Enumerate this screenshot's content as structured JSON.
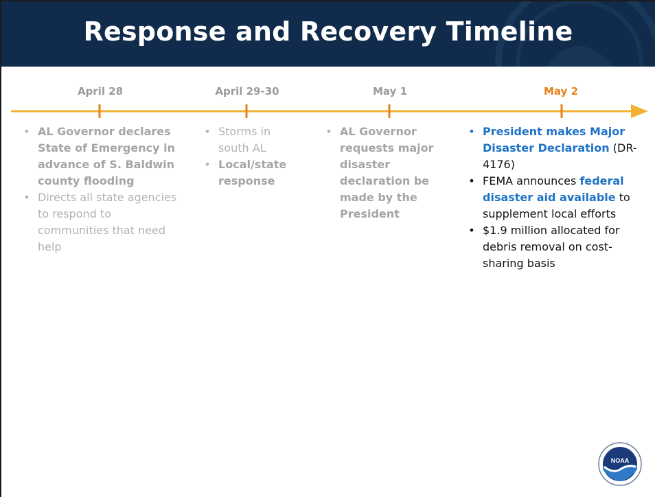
{
  "title": "Response and Recovery Timeline",
  "colors": {
    "title_bar": "#102b4b",
    "timeline": "#f2b233",
    "tick": "#e7811a",
    "inactive_text": "#b2b2b2",
    "active_date": "#e7811a",
    "highlight_blue": "#1f73c7"
  },
  "timeline": [
    {
      "date": "April 28",
      "items": [
        {
          "bullet": "•",
          "parts": [
            {
              "text": "AL Governor declares State of Emergency  in advance of S. Baldwin county flooding"
            }
          ]
        },
        {
          "bullet": "•",
          "parts": [
            {
              "text": "Directs all state agencies to respond to communities that need help"
            }
          ]
        }
      ]
    },
    {
      "date": "April 29-30",
      "items": [
        {
          "bullet": "•",
          "parts": [
            {
              "text": "Storms in south AL"
            }
          ]
        },
        {
          "bullet": "•",
          "parts": [
            {
              "text": "Local/state response"
            }
          ]
        }
      ]
    },
    {
      "date": "May 1",
      "items": [
        {
          "bullet": "•",
          "parts": [
            {
              "text": "AL Governor requests major disaster declaration be made by the President"
            }
          ]
        }
      ]
    },
    {
      "date": "May 2",
      "items": [
        {
          "bullet": "•",
          "parts": [
            {
              "text": "President makes Major Disaster Declaration"
            },
            {
              "text": " (DR-4176)"
            }
          ]
        },
        {
          "bullet": "•",
          "parts": [
            {
              "text": "FEMA announces "
            },
            {
              "text": "federal disaster aid available"
            },
            {
              "text": " to supplement local efforts"
            }
          ]
        },
        {
          "bullet": "•",
          "parts": [
            {
              "text": "$1.9 million allocated for debris removal on cost-sharing basis"
            }
          ]
        }
      ]
    }
  ],
  "logo": {
    "label": "NOAA",
    "icon": "noaa-logo-icon"
  }
}
